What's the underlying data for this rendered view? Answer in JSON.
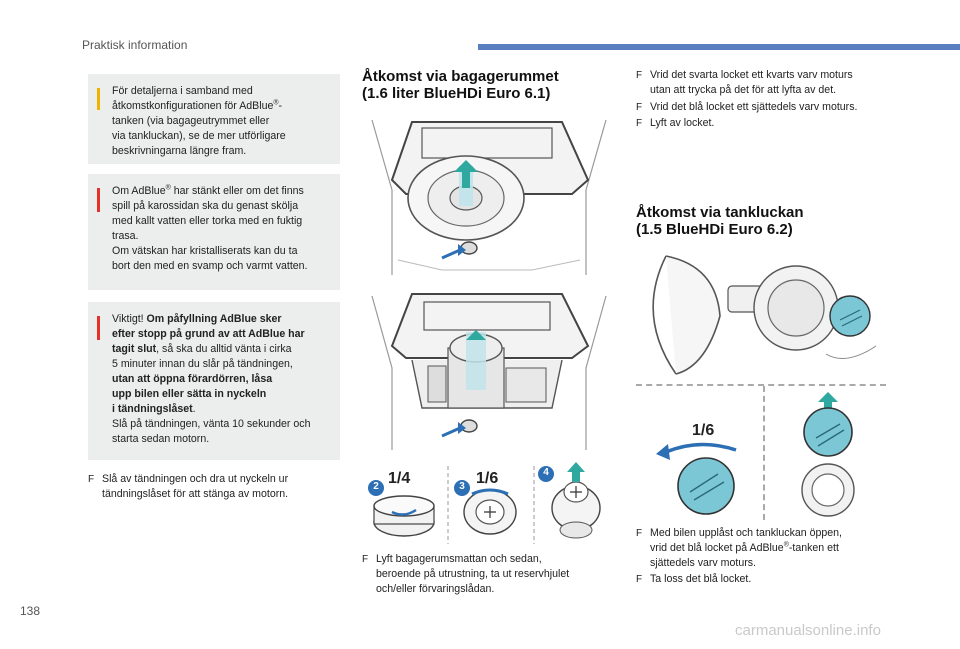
{
  "header": {
    "section": "Praktisk information"
  },
  "page_number": "138",
  "watermark": "carmanualsonline.info",
  "info_box": {
    "line1": "För detaljerna i samband med",
    "line2": "åtkomstkonfigurationen för AdBlue",
    "reg": "®",
    "line2b": "-",
    "line3": "tanken (via bagageutrymmet eller",
    "line4": "via tankluckan), se de mer utförligare",
    "line5": "beskrivningarna längre fram."
  },
  "warning1": {
    "l1a": "Om AdBlue",
    "reg": "®",
    "l1b": " har stänkt eller om det finns",
    "l2": "spill på karossidan ska du genast skölja",
    "l3": "med kallt vatten eller torka med en fuktig",
    "l4": "trasa.",
    "l5": "Om vätskan har kristalliserats kan du ta",
    "l6": "bort den med en svamp och varmt vatten."
  },
  "warning2": {
    "intro": "Viktigt! ",
    "bold1": "Om påfyllning AdBlue sker",
    "bold2": "efter stopp på grund av att AdBlue har",
    "bold3": "tagit slut",
    "rest3": ", så ska du alltid vänta i cirka",
    "l4": "5 minuter innan du slår på tändningen,",
    "bold5": "utan att öppna förardörren, låsa",
    "bold6": "upp bilen eller sätta in nyckeln",
    "bold7": "i tändningslåset",
    "dot7": ".",
    "l8": "Slå på tändningen, vänta 10 sekunder och",
    "l9": "starta sedan motorn."
  },
  "bullet_left": {
    "l1": "Slå av tändningen och dra ut nyckeln ur",
    "l2": "tändningslåset för att stänga av motorn."
  },
  "section1": {
    "title1": "Åtkomst via bagagerummet",
    "title2": "(1.6 liter BlueHDi Euro 6.1)"
  },
  "fig_steps": {
    "s2": "2",
    "s3": "3",
    "s4": "4",
    "frac1": "1/4",
    "frac2": "1/6"
  },
  "bullet_mid": {
    "l1": "Lyft bagagerumsmattan och sedan,",
    "l2": "beroende på utrustning, ta ut reservhjulet",
    "l3": "och/eller förvaringslådan."
  },
  "bullets_right_top": [
    {
      "l1": "Vrid det svarta locket ett kvarts varv moturs",
      "l2": "utan att trycka på det för att lyfta av det."
    },
    {
      "l1": "Vrid det blå locket ett sjättedels varv moturs."
    },
    {
      "l1": "Lyft av locket."
    }
  ],
  "section2": {
    "title1": "Åtkomst via tankluckan",
    "title2": "(1.5 BlueHDi Euro 6.2)"
  },
  "fig_tank": {
    "frac": "1/6"
  },
  "bullets_right_bottom": {
    "a1": "Med bilen upplåst och tankluckan öppen,",
    "a2a": "vrid det blå locket på AdBlue",
    "reg": "®",
    "a2b": "-tanken ett",
    "a3": "sjättedels varv moturs.",
    "b1": "Ta loss det blå locket."
  },
  "bullet_symbol": "F",
  "colors": {
    "accent_blue": "#5a7fc0",
    "info": "#f0b400",
    "warning": "#e4322b",
    "box_bg": "#eceded",
    "cap_blue": "#7cc7d6",
    "arrow_blue": "#2c6fb5"
  }
}
